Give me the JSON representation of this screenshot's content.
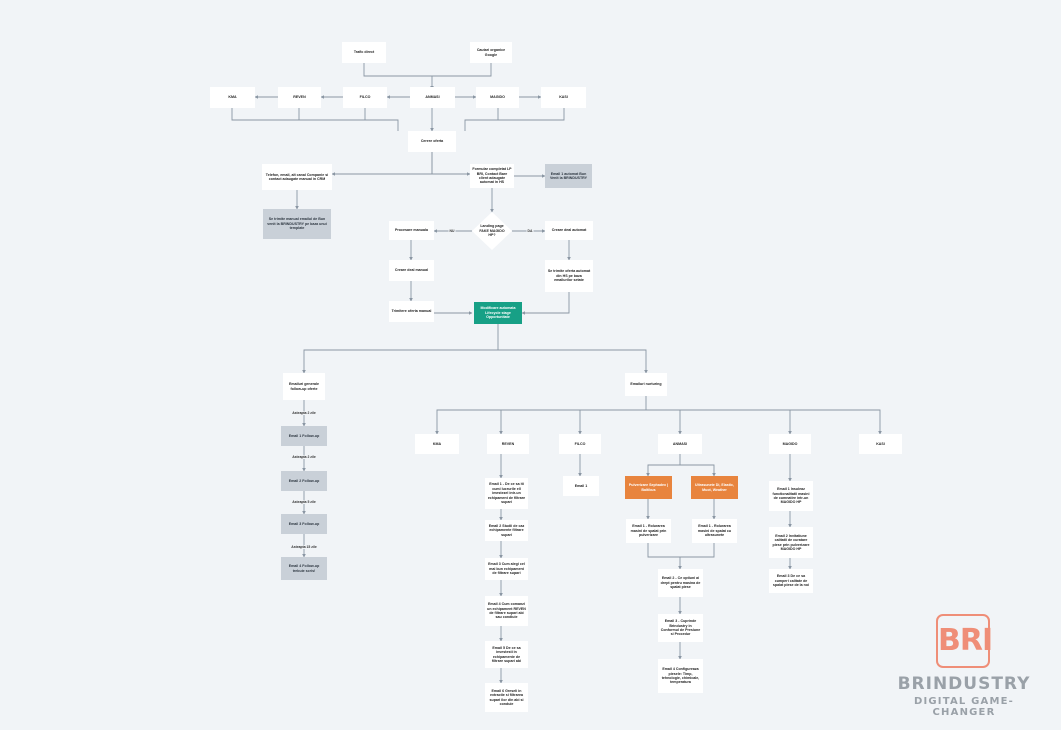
{
  "nodes": {
    "trafic": "Trafic direct",
    "cautari": "Cautari organice Google",
    "kma1": "KMA",
    "reven1": "REVEN",
    "filco1": "FILCO",
    "anmasi1": "ANMASI",
    "magido1": "MAGIDO",
    "kasi1": "KASI",
    "cerere": "Cerere oferta",
    "telefon": "Telefon, email, alt canal Companie si contact adaugate manual in CRM",
    "formular": "Formular completat LP BRI, Contact Bare client adaugate automat in HS",
    "email_auto": "Email 1 automat Bun Venit la BRINDUSTRY",
    "se_trimite": "Se trimite manual emailul de Bun venit la BRINDUSTRY pe baza unui template",
    "landing": "Landing page FAKE MAGIDO HP?",
    "procesare": "Procesare manuala",
    "creare_auto": "Creare deal automat",
    "creare_manual": "Creare deal manual",
    "trimitere_auto": "Se trimite oferta automat din HS pe baza emailurilor setate",
    "trimitere_manual": "Trimitere oferta manual",
    "modificare": "Modificare automata Lifecycle stage Opportunitate",
    "emailuri_generale": "Emailuri generale follow-up oferte",
    "emailuri_nurturing": "Emailuri nurturing",
    "fu1": "Email 1 Follow-up",
    "fu2": "Email 2 Follow-up",
    "fu3": "Email 3 Follow-up",
    "fu4": "Email 4 Follow-up trebuie scris!",
    "kma2": "KMA",
    "reven2": "REVEN",
    "filco2": "FILCO",
    "anmasi2": "ANMASI",
    "magido2": "MAGIDO",
    "kasi2": "KASI",
    "reven_e1": "Email 1 - De ce sa iti cumi lucrurile ell imestezel intr-un echipament de filtrare supari",
    "reven_e2": "Email 2 Studii de caz echipamente filtrare supari",
    "reven_e3": "Email 3 Cum alegi cel mai bun echipament de filtrare supari",
    "reven_e4": "Email 4 Cum comanzi un echipament REVEN de filtrare supari abi sau condiuie",
    "reven_e5": "Email 5 De ce sa investesti in echipamente de filtrare supari abi",
    "reven_e6": "Email 6 Greseli in extractie si filtrarea supari ilor din abi si conduie",
    "filco_e1": "Email 1",
    "anm_pulv": "Pulverizare Sephadex | Baltibus",
    "anm_ultra": "Ultrasunete Di, Elastic, Muot, Weather",
    "anm_e1a": "Email 1 - Rolurarea masini de spalat prin pulverizare",
    "anm_e1b": "Email 1 - Rolurarea masini de spalat cu ultrasunete",
    "anm_e2": "Email 2 - Ce optiuni ai drept pentru masina de spalat piese",
    "anm_e3": "Email 3 - Cuprinde Brindustry in Conformul de Presiune si Procedur",
    "anm_e4": "Email 4 Configureaza piesele: Timp, tehnologie, chimicale, temperatura",
    "mag_e1": "Email 1 Insuleaz functionalitatii masini de cumnatire intr-un MAGIDO HP",
    "mag_e2": "Email 2 Invitatiune calitatii de curatare piese prin pulverizare MAGIDO HP",
    "mag_e3": "Email 3 De ce sa cumperi calitate de spalat piese de la noi"
  },
  "edge_labels": {
    "nu": "NU",
    "da": "DA",
    "wait2a": "Asteapta 2 zile",
    "wait2b": "Asteapta 2 zile",
    "wait5": "Asteapta 5 zile",
    "wait15": "Asteapta 15 zile"
  },
  "logo": {
    "mark": "BRI",
    "name": "BRINDUSTRY",
    "tagline": "DIGITAL GAME-CHANGER"
  },
  "colors": {
    "background": "#f1f4f7",
    "node": "#ffffff",
    "gray_node": "#c9d0d8",
    "teal_node": "#17a086",
    "orange_node": "#e8843e",
    "edge": "#8a96a3",
    "logo_accent": "#ef7d62",
    "logo_text": "#9aa1a8"
  }
}
